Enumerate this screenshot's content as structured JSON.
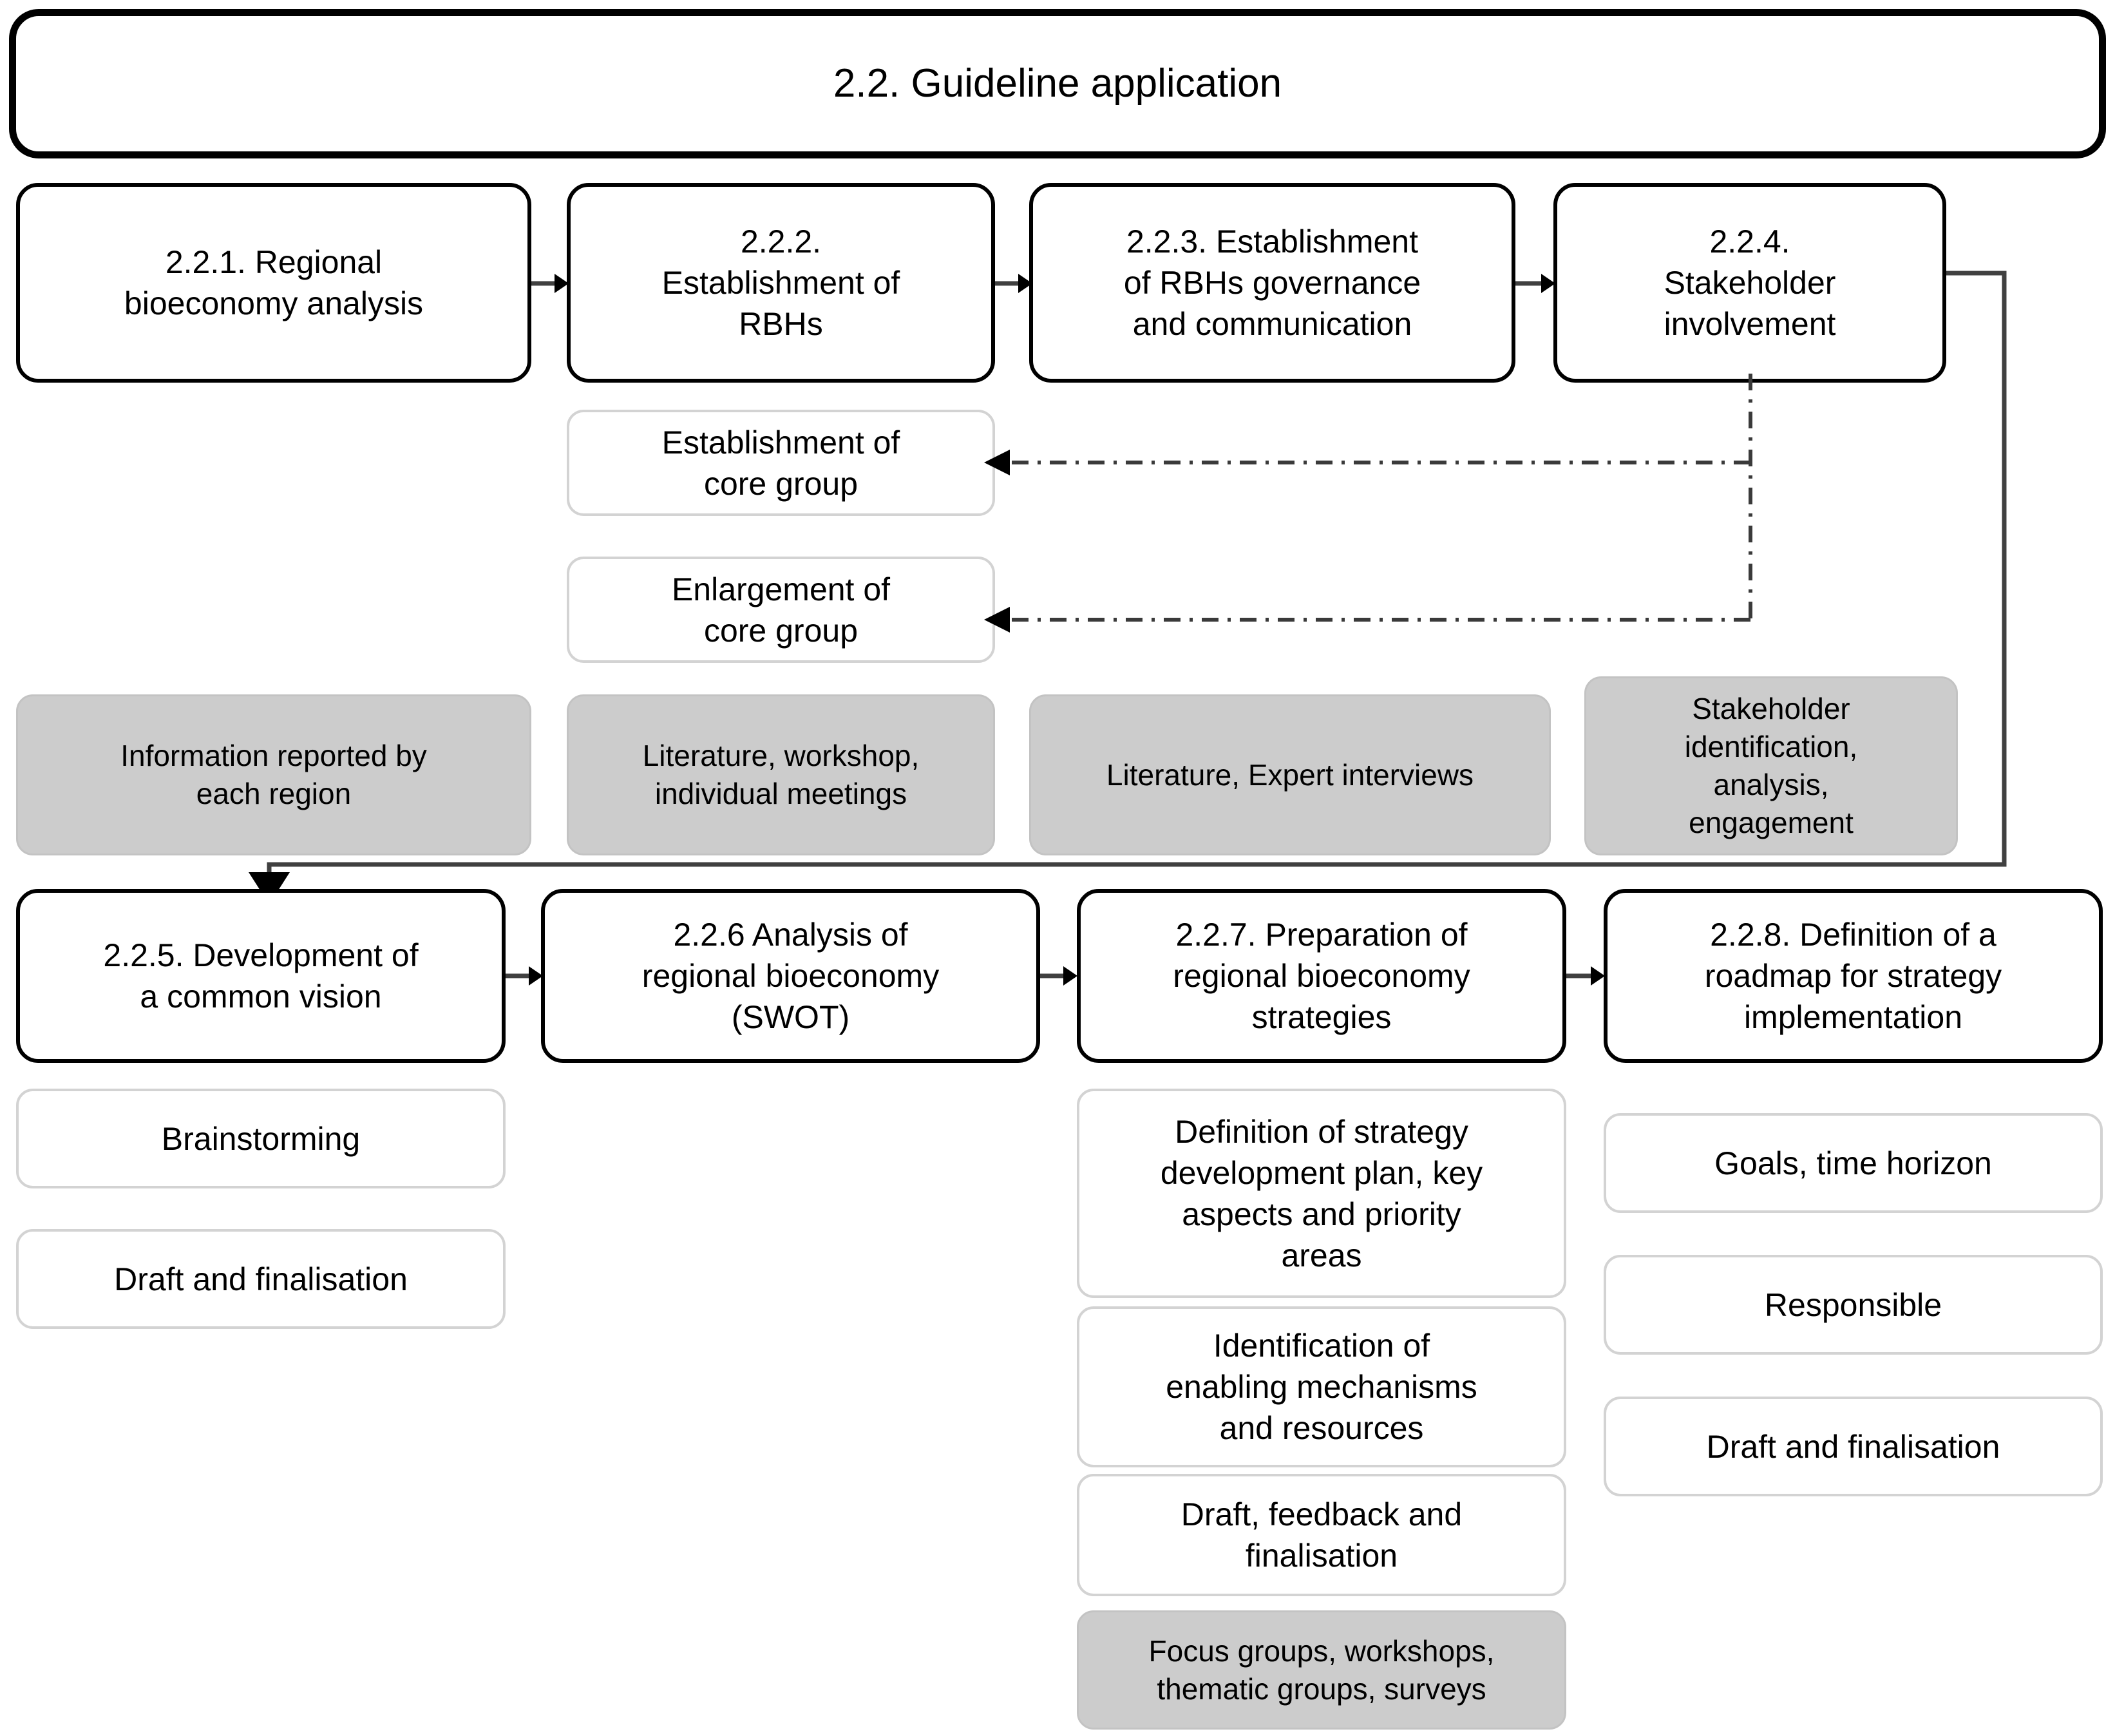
{
  "diagram": {
    "title": "2.2. Guideline application",
    "colors": {
      "shaded_fill": "#cccccc",
      "step_border": "#000000",
      "sub_border": "#d3d3d3",
      "connector": "#404040"
    },
    "steps": [
      {
        "id": "2.2.1",
        "label": "2.2.1. Regional\nbioeconomy analysis"
      },
      {
        "id": "2.2.2",
        "label": "2.2.2.\nEstablishment of\nRBHs"
      },
      {
        "id": "2.2.3",
        "label": "2.2.3. Establishment\nof RBHs governance\nand communication"
      },
      {
        "id": "2.2.4",
        "label": "2.2.4.\nStakeholder\ninvolvement"
      },
      {
        "id": "2.2.5",
        "label": "2.2.5. Development of\na common vision"
      },
      {
        "id": "2.2.6",
        "label": "2.2.6 Analysis of\nregional bioeconomy\n(SWOT)"
      },
      {
        "id": "2.2.7",
        "label": "2.2.7. Preparation of\nregional bioeconomy\nstrategies"
      },
      {
        "id": "2.2.8",
        "label": "2.2.8. Definition of a\nroadmap for strategy\nimplementation"
      }
    ],
    "sub_activities": [
      {
        "id": "core-group-establishment",
        "label": "Establishment of\ncore group"
      },
      {
        "id": "core-group-enlargement",
        "label": "Enlargement of\ncore group"
      },
      {
        "id": "brainstorming",
        "label": "Brainstorming"
      },
      {
        "id": "draft-finalisation-vision",
        "label": "Draft and finalisation"
      },
      {
        "id": "strategy-development-plan",
        "label": "Definition of strategy\ndevelopment plan, key\naspects and priority\nareas"
      },
      {
        "id": "enabling-mechanisms",
        "label": "Identification of\nenabling mechanisms\nand resources"
      },
      {
        "id": "draft-feedback-finalisation",
        "label": "Draft, feedback and\nfinalisation"
      },
      {
        "id": "goals-time-horizon",
        "label": "Goals, time horizon"
      },
      {
        "id": "responsible",
        "label": "Responsible"
      },
      {
        "id": "draft-finalisation-roadmap",
        "label": "Draft and finalisation"
      }
    ],
    "methods": [
      {
        "id": "info-reported",
        "label": "Information reported by\neach region"
      },
      {
        "id": "literature-workshop",
        "label": "Literature, workshop,\nindividual meetings"
      },
      {
        "id": "literature-expert",
        "label": "Literature, Expert interviews"
      },
      {
        "id": "stakeholder-identification",
        "label": "Stakeholder\nidentification,\nanalysis,\nengagement"
      },
      {
        "id": "focus-groups",
        "label": "Focus groups, workshops,\nthematic groups, surveys"
      }
    ]
  }
}
